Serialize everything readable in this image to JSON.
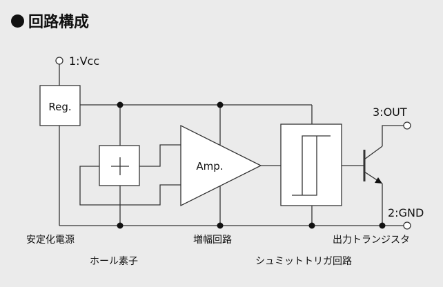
{
  "title": "回路構成",
  "terminals": {
    "vcc": "1:Vcc",
    "out": "3:OUT",
    "gnd": "2:GND"
  },
  "blocks": {
    "regulator": "Reg.",
    "amplifier": "Amp."
  },
  "captions": {
    "regulator": "安定化電源",
    "hall": "ホール素子",
    "amplifier": "増幅回路",
    "schmitt": "シュミットトリガ回路",
    "output": "出力トランジスタ"
  }
}
